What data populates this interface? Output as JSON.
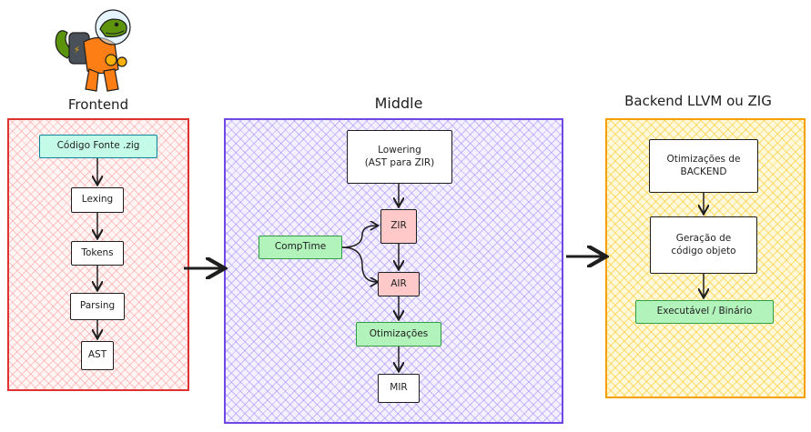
{
  "sections": {
    "frontend": "Frontend",
    "middle": "Middle",
    "backend": "Backend LLVM ou ZIG"
  },
  "colors": {
    "frontend_border": "#e03131",
    "middle_border": "#7048e8",
    "backend_border": "#f59f00",
    "teal_node": "#c3fae8",
    "green_node": "#b2f2bb",
    "pink_node": "#ffc9c9"
  },
  "nodes": {
    "source_code": "Código Fonte .zig",
    "lexing": "Lexing",
    "tokens": "Tokens",
    "parsing": "Parsing",
    "ast": "AST",
    "lowering": "Lowering\n(AST para ZIR)",
    "zir": "ZIR",
    "comptime": "CompTime",
    "air": "AIR",
    "optimizations": "Otimizações",
    "mir": "MIR",
    "backend_optimizations": "Otimizações de\nBACKEND",
    "object_code_generation": "Geração de\ncódigo objeto",
    "executable": "Executável / Binário"
  },
  "mascot_icon": "zig-mascot-astronaut-lizard"
}
